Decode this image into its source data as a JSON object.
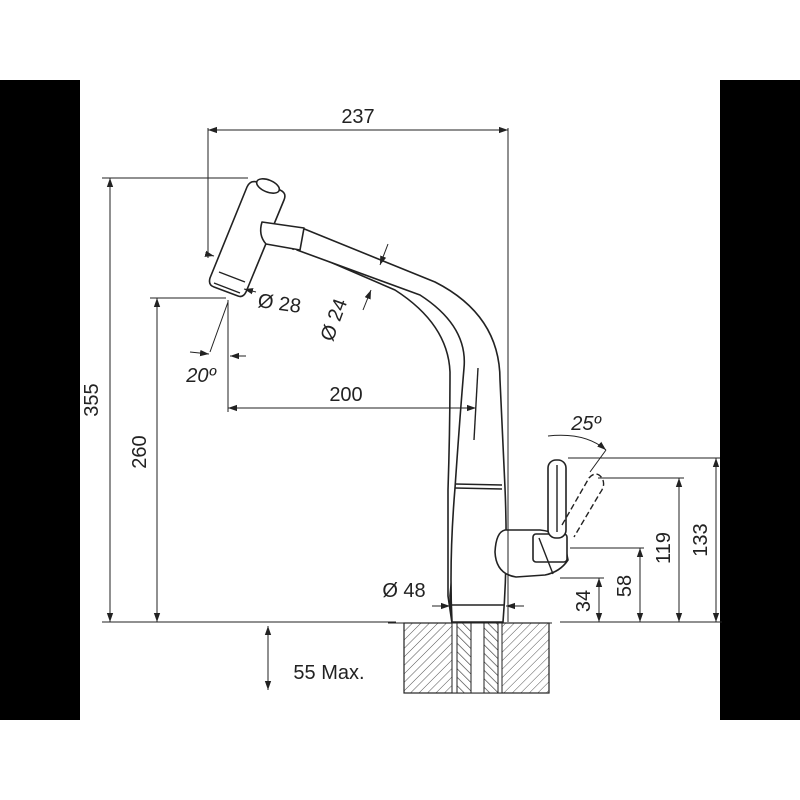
{
  "dimensions": {
    "width_total": "237",
    "height_total": "355",
    "spout_height": "260",
    "spout_reach": "200",
    "head_diameter": "Ø 28",
    "hose_diameter": "Ø 24",
    "head_angle": "20º",
    "lever_angle": "25º",
    "base_diameter": "Ø 48",
    "mount_thickness": "55 Max.",
    "handle_133": "133",
    "handle_119": "119",
    "handle_58": "58",
    "handle_34": "34"
  },
  "colors": {
    "line": "#222222",
    "side_bars": "#000000",
    "background": "#ffffff"
  }
}
